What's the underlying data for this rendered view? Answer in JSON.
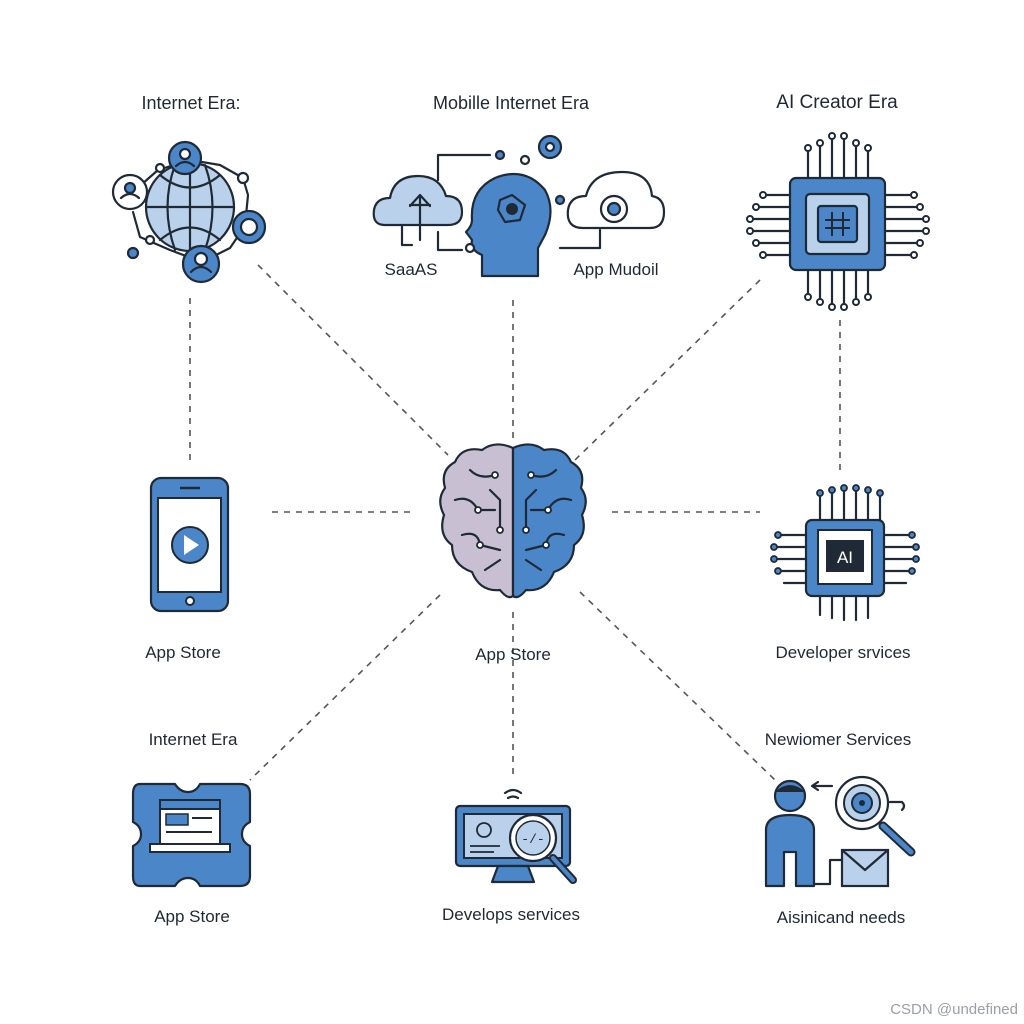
{
  "colors": {
    "accent": "#4a86c8",
    "accent_light": "#b9d1ea",
    "outline": "#1f2a36",
    "brain_left": "#c8c0d2",
    "connector": "#555555"
  },
  "nodes": {
    "top_left": {
      "label": "Internet Era:",
      "icon": "globe-network-icon"
    },
    "top_center": {
      "label": "Mobille Internet Era",
      "icon": "head-cloud-icon",
      "sub_left": "SaaAS",
      "sub_right": "App Mudoil"
    },
    "top_right": {
      "label": "AI Creator Era",
      "icon": "circuit-chip-icon"
    },
    "mid_left": {
      "label": "App Store",
      "icon": "smartphone-play-icon"
    },
    "center": {
      "label": "App Store",
      "icon": "brain-icon"
    },
    "mid_right": {
      "label": "Developer srvices",
      "icon": "ai-chip-icon",
      "chip_text": "AI"
    },
    "bottom_left": {
      "label": "Internet Era",
      "sub": "App Store",
      "icon": "browser-puzzle-icon"
    },
    "bottom_center": {
      "label": "Develops services",
      "icon": "monitor-search-icon",
      "code_text": "-/-"
    },
    "bottom_right": {
      "label": "Newiomer Services",
      "sub": "Aisinicand needs",
      "icon": "person-search-icon"
    }
  },
  "watermark": "CSDN @undefined"
}
